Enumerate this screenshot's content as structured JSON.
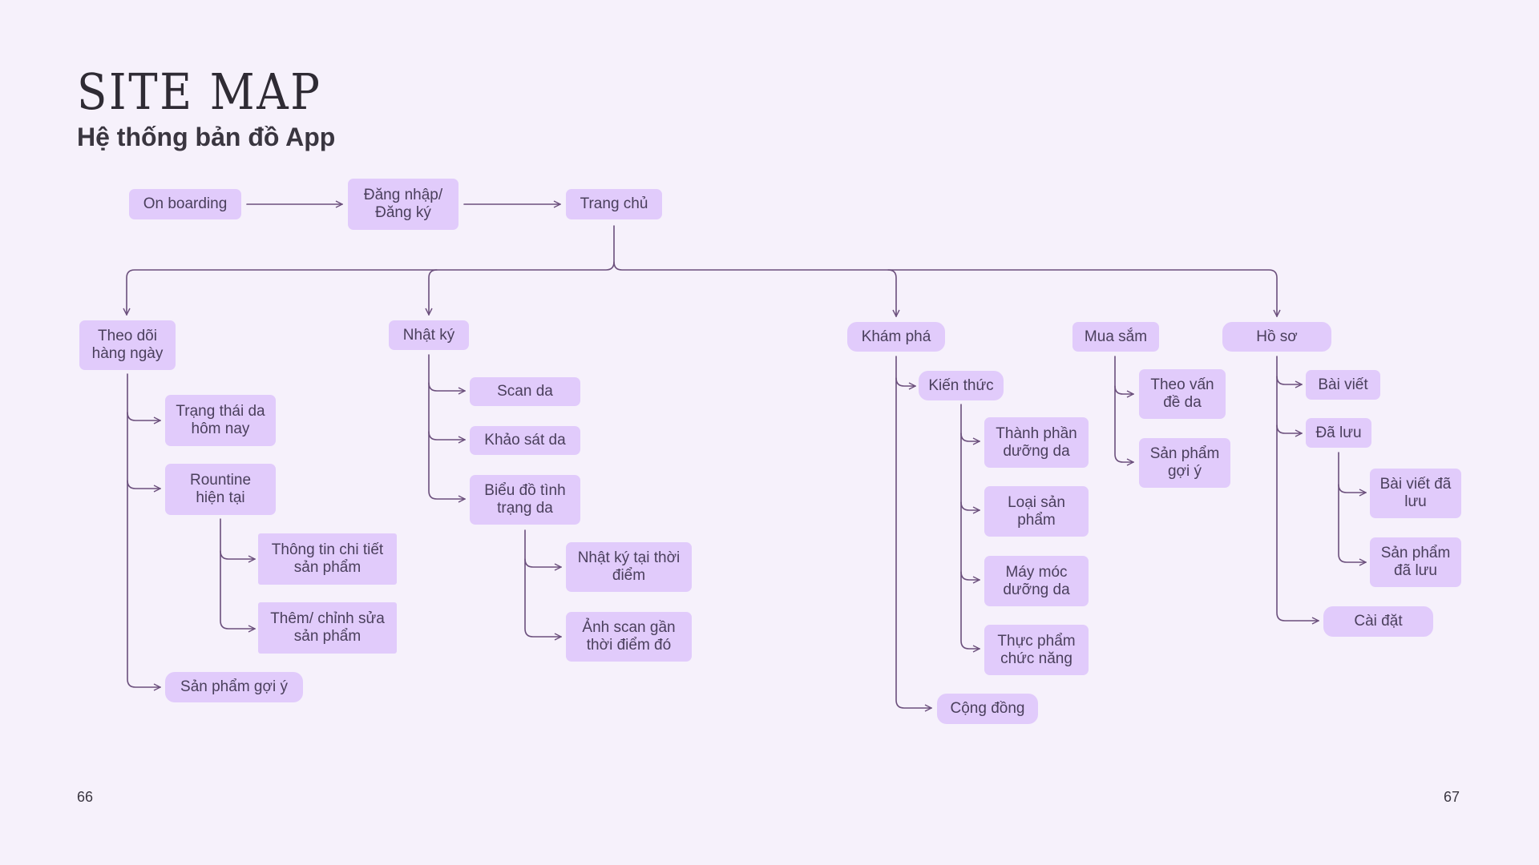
{
  "header": {
    "title": "SITE MAP",
    "subtitle": "Hệ thống bản đồ App"
  },
  "footer": {
    "page_left": "66",
    "page_right": "67"
  },
  "colors": {
    "background": "#f6f1fb",
    "node_fill": "#e1cbfb",
    "node_text": "#4a3f5c",
    "connector": "#6b4f7c"
  },
  "nodes": {
    "onboarding": "On boarding",
    "login": "Đăng nhập/\nĐăng ký",
    "home": "Trang chủ",
    "daily": "Theo dõi\nhàng ngày",
    "daily_state": "Trạng thái da\nhôm nay",
    "daily_routine": "Rountine\nhiện tại",
    "routine_detail": "Thông tin chi tiết\nsản phẩm",
    "routine_edit": "Thêm/ chỉnh sửa\nsản phẩm",
    "daily_suggest": "Sản phẩm gợi ý",
    "diary": "Nhật ký",
    "diary_scan": "Scan da",
    "diary_survey": "Khảo sát da",
    "diary_chart": "Biểu đồ tình\ntrạng da",
    "chart_moment": "Nhật ký tại thời\nđiểm",
    "chart_photo": "Ảnh scan gần\nthời điểm đó",
    "explore": "Khám phá",
    "knowledge": "Kiến thức",
    "k_ingredient": "Thành phần\ndưỡng da",
    "k_product_type": "Loại sản\nphẩm",
    "k_device": "Máy móc\ndưỡng da",
    "k_food": "Thực phẩm\nchức năng",
    "community": "Cộng đồng",
    "shop": "Mua sắm",
    "shop_issue": "Theo vấn\nđề da",
    "shop_suggest": "Sản phẩm\ngợi ý",
    "profile": "Hồ sơ",
    "p_posts": "Bài viết",
    "p_saved": "Đã lưu",
    "p_saved_posts": "Bài viết đã\nlưu",
    "p_saved_products": "Sản phẩm\nđã lưu",
    "p_settings": "Cài đặt"
  }
}
